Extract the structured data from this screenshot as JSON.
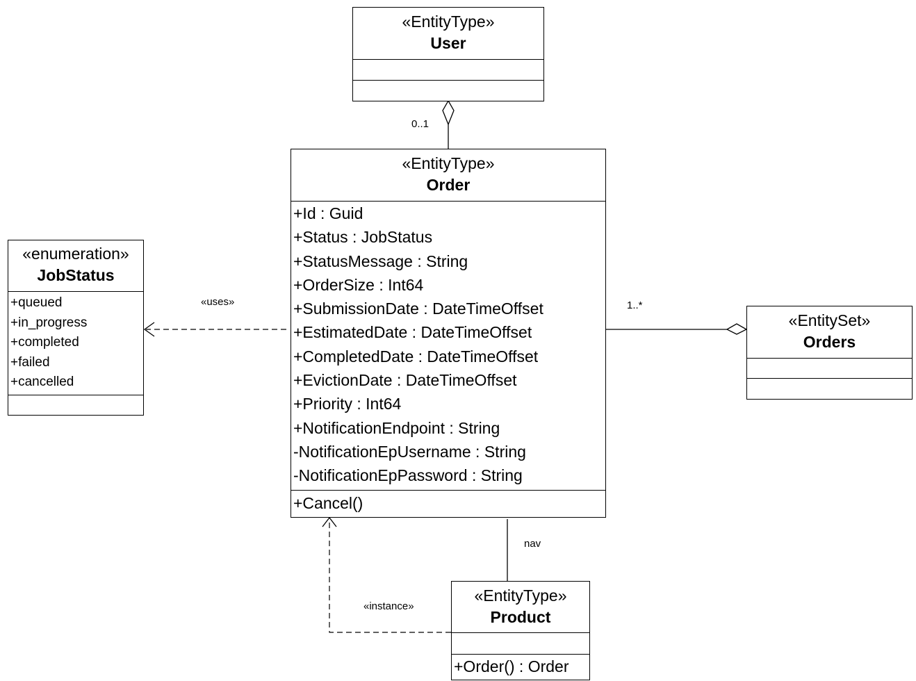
{
  "classes": {
    "user": {
      "stereotype": "«EntityType»",
      "name": "User"
    },
    "order": {
      "stereotype": "«EntityType»",
      "name": "Order",
      "attributes": [
        "+Id : Guid",
        "+Status : JobStatus",
        "+StatusMessage : String",
        "+OrderSize : Int64",
        "+SubmissionDate : DateTimeOffset",
        "+EstimatedDate : DateTimeOffset",
        "+CompletedDate : DateTimeOffset",
        "+EvictionDate : DateTimeOffset",
        "+Priority : Int64",
        "+NotificationEndpoint : String",
        "-NotificationEpUsername : String",
        "-NotificationEpPassword : String"
      ],
      "operations": [
        "+Cancel()"
      ]
    },
    "jobstatus": {
      "stereotype": "«enumeration»",
      "name": "JobStatus",
      "literals": [
        "+queued",
        "+in_progress",
        "+completed",
        "+failed",
        "+cancelled"
      ]
    },
    "orders": {
      "stereotype": "«EntitySet»",
      "name": "Orders"
    },
    "product": {
      "stereotype": "«EntityType»",
      "name": "Product",
      "operations": [
        "+Order() : Order"
      ]
    }
  },
  "relations": {
    "user_order": {
      "multiplicity": "0..1"
    },
    "order_orders": {
      "multiplicity": "1..*"
    },
    "order_jobstatus": {
      "label": "«uses»"
    },
    "order_product": {
      "label": "nav"
    },
    "product_order": {
      "label": "«instance»"
    }
  }
}
